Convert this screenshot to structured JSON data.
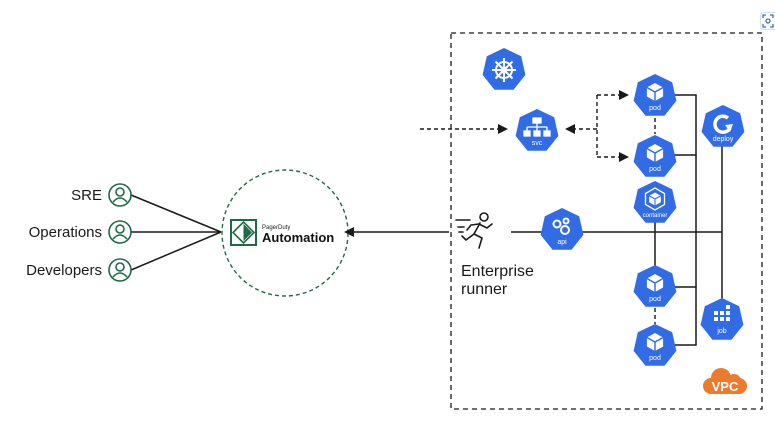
{
  "roles": [
    {
      "label": "SRE",
      "icon": "user-icon"
    },
    {
      "label": "Operations",
      "icon": "user-icon"
    },
    {
      "label": "Developers",
      "icon": "user-icon"
    }
  ],
  "automation": {
    "brand": "PagerDuty",
    "product": "Automation",
    "icon": "pagerduty-logo-icon"
  },
  "runner": {
    "line1": "Enterprise",
    "line2": "runner",
    "icon": "running-person-icon"
  },
  "kubernetes": {
    "logo": "kubernetes-helm-icon",
    "nodes": {
      "svc": "svc",
      "api": "api",
      "deploy": "deploy",
      "container": "container",
      "job": "job",
      "pod": "pod"
    }
  },
  "vpc": {
    "label": "VPC",
    "icon": "cloud-icon"
  },
  "colors": {
    "k8s_blue": "#326CE5",
    "pd_green": "#1D6B45",
    "vpc_orange": "#EB7B2D",
    "line": "#1a1a1a"
  }
}
